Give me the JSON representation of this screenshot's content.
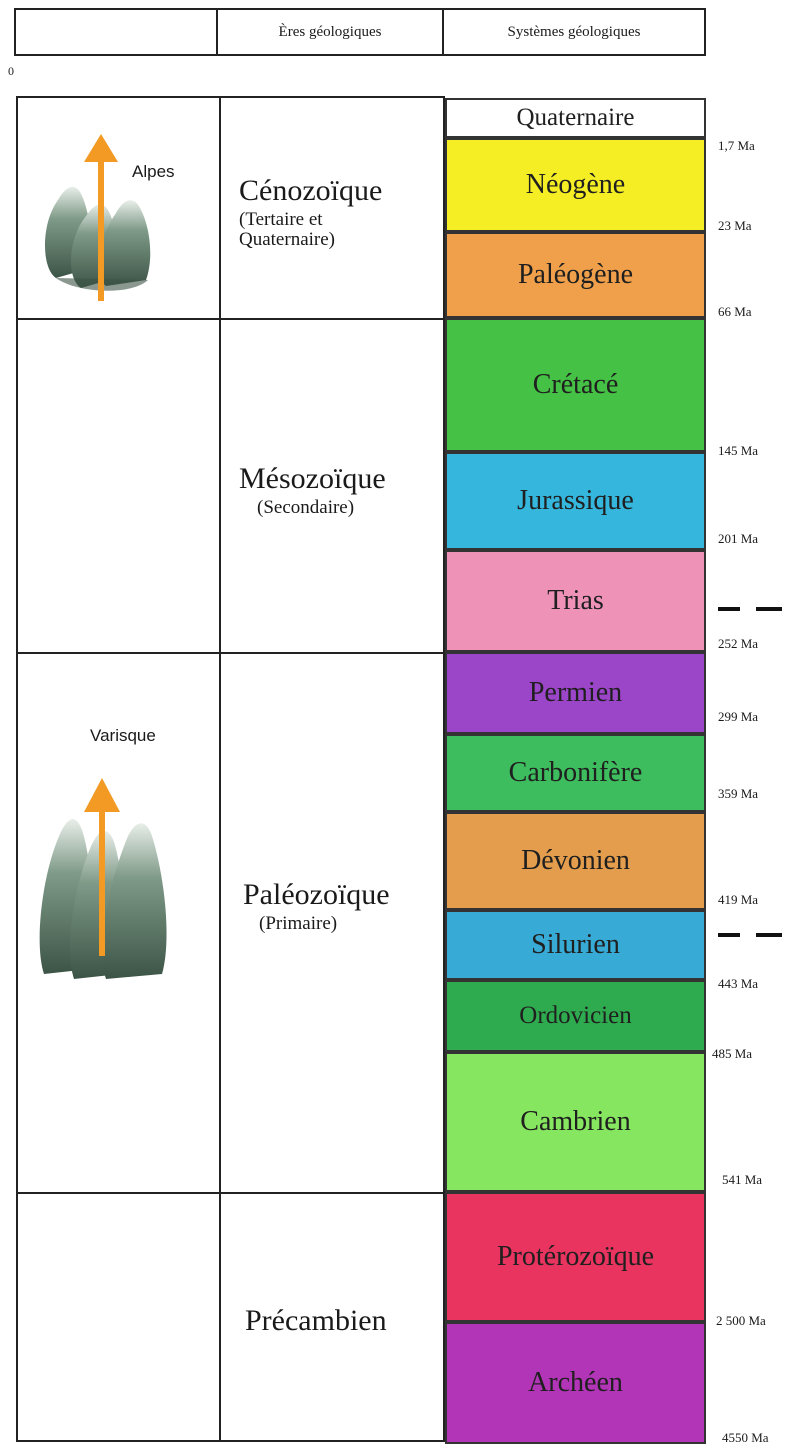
{
  "header": {
    "col1": "",
    "col2": "Ères géologiques",
    "col3": "Systèmes géologiques"
  },
  "origin_label": "0",
  "orogenies": [
    {
      "name": "Alpes",
      "icon": "mountain-arrow-icon"
    },
    {
      "name": "Varisque",
      "icon": "mountain-arrow-icon"
    }
  ],
  "eras": [
    {
      "name": "Cénozoïque",
      "subtitle": "(Tertaire et Quaternaire)"
    },
    {
      "name": "Mésozoïque",
      "subtitle": "(Secondaire)"
    },
    {
      "name": "Paléozoïque",
      "subtitle": "(Primaire)"
    },
    {
      "name": "Précambien",
      "subtitle": ""
    }
  ],
  "systems": [
    {
      "name": "Quaternaire",
      "color": "#ffffff"
    },
    {
      "name": "Néogène",
      "color": "#f5ee24"
    },
    {
      "name": "Paléogène",
      "color": "#f0a04b"
    },
    {
      "name": "Crétacé",
      "color": "#45c145"
    },
    {
      "name": "Jurassique",
      "color": "#34b6dd"
    },
    {
      "name": "Trias",
      "color": "#ef92b8"
    },
    {
      "name": "Permien",
      "color": "#9b45c8"
    },
    {
      "name": "Carbonifère",
      "color": "#3dbd5d"
    },
    {
      "name": "Dévonien",
      "color": "#e39d4d"
    },
    {
      "name": "Silurien",
      "color": "#37aad6"
    },
    {
      "name": "Ordovicien",
      "color": "#2fab4f"
    },
    {
      "name": "Cambrien",
      "color": "#87e660"
    },
    {
      "name": "Protérozoïque",
      "color": "#e8345f"
    },
    {
      "name": "Archéen",
      "color": "#b234b7"
    }
  ],
  "ages": [
    "1,7 Ma",
    "23 Ma",
    "66 Ma",
    "145 Ma",
    "201 Ma",
    "252 Ma",
    "299 Ma",
    "359 Ma",
    "419 Ma",
    "443 Ma",
    "485 Ma",
    "541 Ma",
    "2 500 Ma",
    "4550 Ma"
  ],
  "accent_colors": {
    "arrow": "#f29a24",
    "mountain": "#4f6b5a"
  }
}
